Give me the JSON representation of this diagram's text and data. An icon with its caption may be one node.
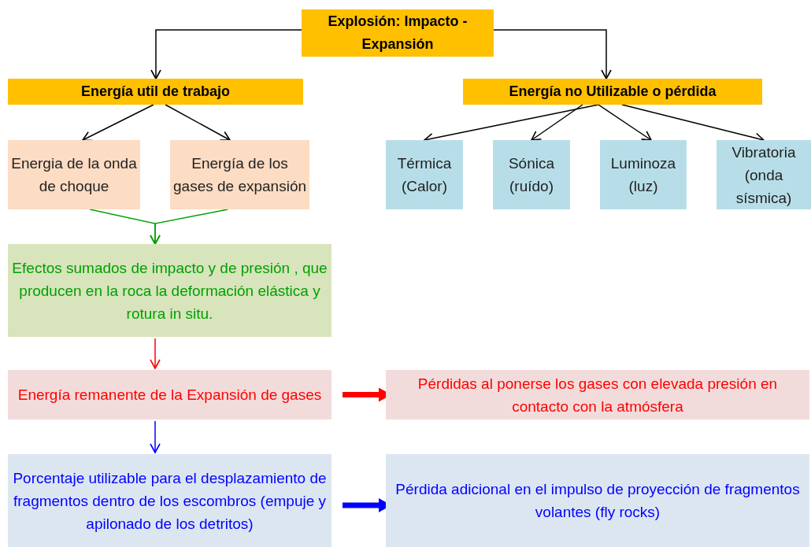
{
  "diagram": {
    "nodes": [
      {
        "text": [
          "Explosión: Impacto - Expansión"
        ]
      },
      {
        "text": [
          "Energía util de trabajo"
        ]
      },
      {
        "text": [
          "Energía no Utilizable o pérdida"
        ]
      },
      {
        "text": [
          "Energia de la onda de choque"
        ]
      },
      {
        "text": [
          "Energía de los gases de expansión"
        ]
      },
      {
        "text": [
          "Térmica (Calor)"
        ]
      },
      {
        "text": [
          "Sónica (ruído)"
        ]
      },
      {
        "text": [
          "Luminoza (luz)"
        ]
      },
      {
        "text": [
          "Vibratoria (onda sísmica)"
        ]
      },
      {
        "text": [
          "Efectos sumados  de impacto y de presión , que producen en la roca la deformación elástica y rotura in situ."
        ]
      },
      {
        "text": [
          "Energía remanente de la Expansión de gases"
        ]
      },
      {
        "text": [
          "Pérdidas al ponerse los gases con elevada presión en contacto con la atmósfera"
        ]
      },
      {
        "text": [
          "Porcentaje utilizable para el desplazamiento de fragmentos dentro de los escombros (empuje y apilonado de los detritos)"
        ]
      },
      {
        "text": [
          "Pérdida adicional en el impulso de proyección de fragmentos volantes (fly rocks)"
        ]
      }
    ],
    "edges": [
      {
        "from": 0,
        "to": 1,
        "arrow": "to"
      },
      {
        "from": 0,
        "to": 2,
        "arrow": "to"
      },
      {
        "from": 1,
        "to": 3,
        "arrow": "to"
      },
      {
        "from": 1,
        "to": 4,
        "arrow": "to"
      },
      {
        "from": 2,
        "to": 5,
        "arrow": "to"
      },
      {
        "from": 2,
        "to": 6,
        "arrow": "to"
      },
      {
        "from": 2,
        "to": 7,
        "arrow": "to"
      },
      {
        "from": 2,
        "to": 8,
        "arrow": "to"
      },
      {
        "from": 3,
        "to": 9,
        "arrow": "to",
        "color": "#00a000"
      },
      {
        "from": 4,
        "to": 9,
        "arrow": "to",
        "color": "#00a000"
      },
      {
        "from": 9,
        "to": 10,
        "arrow": "to",
        "color": "#ff0000"
      },
      {
        "from": 10,
        "to": 11,
        "arrow": "to",
        "style": "thick",
        "color": "#ff0000"
      },
      {
        "from": 10,
        "to": 12,
        "arrow": "to",
        "color": "#0000ff"
      },
      {
        "from": 12,
        "to": 13,
        "arrow": "to",
        "style": "thick",
        "color": "#0000ff"
      }
    ]
  }
}
